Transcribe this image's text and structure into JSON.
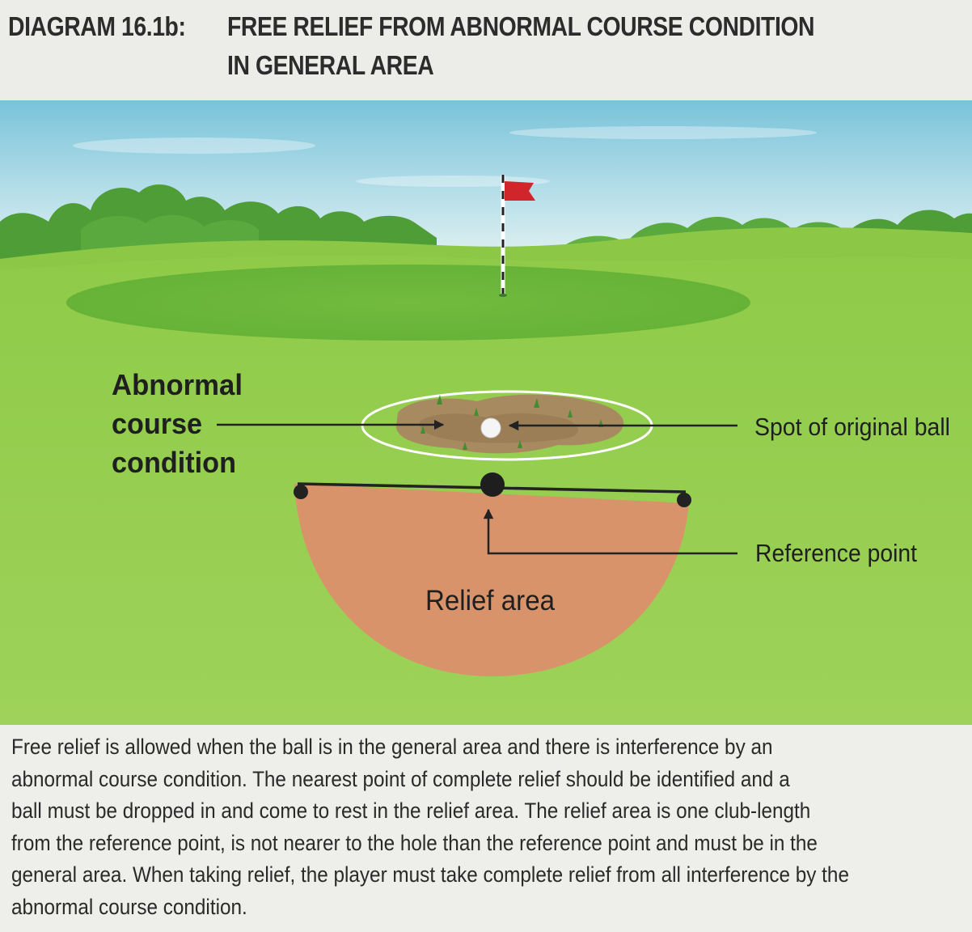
{
  "header": {
    "diagram_number": "DIAGRAM 16.1b:",
    "title_line_1": "FREE RELIEF FROM ABNORMAL COURSE CONDITION",
    "title_line_2": "IN GENERAL AREA"
  },
  "diagram": {
    "label_abnormal_1": "Abnormal",
    "label_abnormal_2": "course",
    "label_abnormal_3": "condition",
    "label_spot": "Spot of original ball",
    "label_reference": "Reference point",
    "label_relief": "Relief area"
  },
  "caption": {
    "lines": [
      "Free relief is allowed when the ball is in the general area and there is interference by an",
      "abnormal course condition. The nearest point of complete relief should be identified and a",
      "ball must be dropped in and come to rest in the relief area. The relief area is one club-length",
      "from the reference point, is not nearer to the hole than the reference point and must be in the",
      "general area. When taking relief, the player must take complete relief from all interference by the",
      "abnormal course condition."
    ]
  },
  "colors": {
    "sky_top": "#79c3da",
    "sky_bottom": "#d9eff2",
    "grass": "#96cd4f",
    "green": "#6eb93c",
    "trees": "#4a9a36",
    "relief_area": "#d9936a",
    "flag": "#d0262b",
    "text": "#2a2a2a"
  }
}
